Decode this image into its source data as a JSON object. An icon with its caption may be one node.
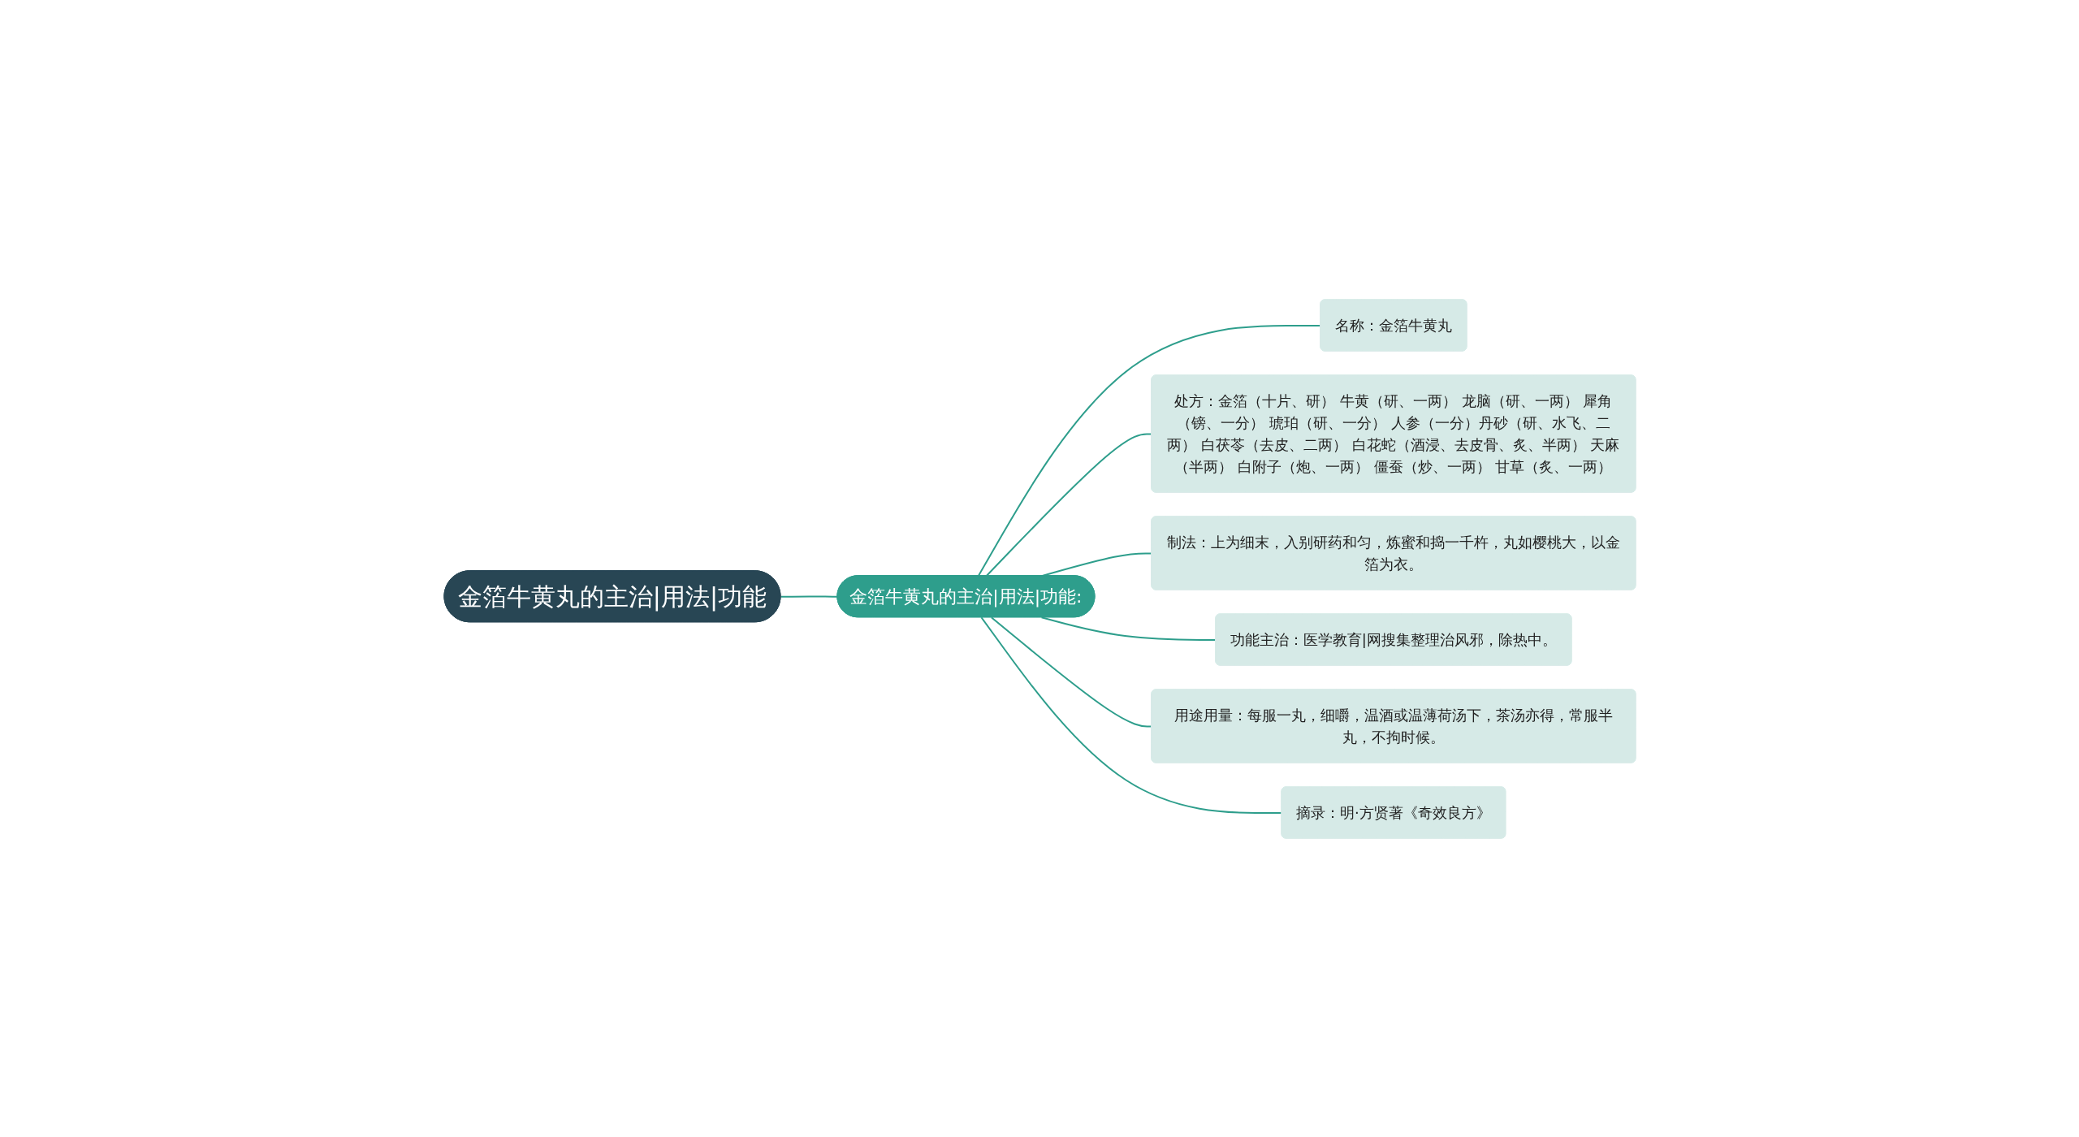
{
  "diagram": {
    "nodes": [
      {
        "text": [
          "金箔牛黄丸的主治|用法|功能"
        ]
      },
      {
        "text": [
          "金箔牛黄丸的主治|用法|功能:"
        ]
      },
      {
        "text": [
          "名称：金箔牛黄丸"
        ]
      },
      {
        "text": [
          "处方：金箔（十片、研） 牛黄（研、一两） 龙脑（研、一两） 犀角（镑、一分） 琥珀（研、一分） 人参（一分）丹砂（研、水飞、二两） 白茯苓（去皮、二两） 白花蛇（酒浸、去皮骨、炙、半两） 天麻（半两） 白附子（炮、一两） 僵蚕（炒、一两） 甘草（炙、一两）"
        ]
      },
      {
        "text": [
          "制法：上为细末，入别研药和匀，炼蜜和捣一千杵，丸如樱桃大，以金箔为衣。"
        ]
      },
      {
        "text": [
          "功能主治：医学教育|网搜集整理治风邪，除热中。"
        ]
      },
      {
        "text": [
          "用途用量：每服一丸，细嚼，温酒或温薄荷汤下，茶汤亦得，常服半丸，不拘时候。"
        ]
      },
      {
        "text": [
          "摘录：明·方贤著《奇效良方》"
        ]
      }
    ],
    "edges": [
      {
        "from": 0,
        "to": 1,
        "arrow": "none"
      },
      {
        "from": 1,
        "to": 2,
        "arrow": "none"
      },
      {
        "from": 1,
        "to": 3,
        "arrow": "none"
      },
      {
        "from": 1,
        "to": 4,
        "arrow": "none"
      },
      {
        "from": 1,
        "to": 5,
        "arrow": "none"
      },
      {
        "from": 1,
        "to": 6,
        "arrow": "none"
      },
      {
        "from": 1,
        "to": 7,
        "arrow": "none"
      }
    ]
  }
}
